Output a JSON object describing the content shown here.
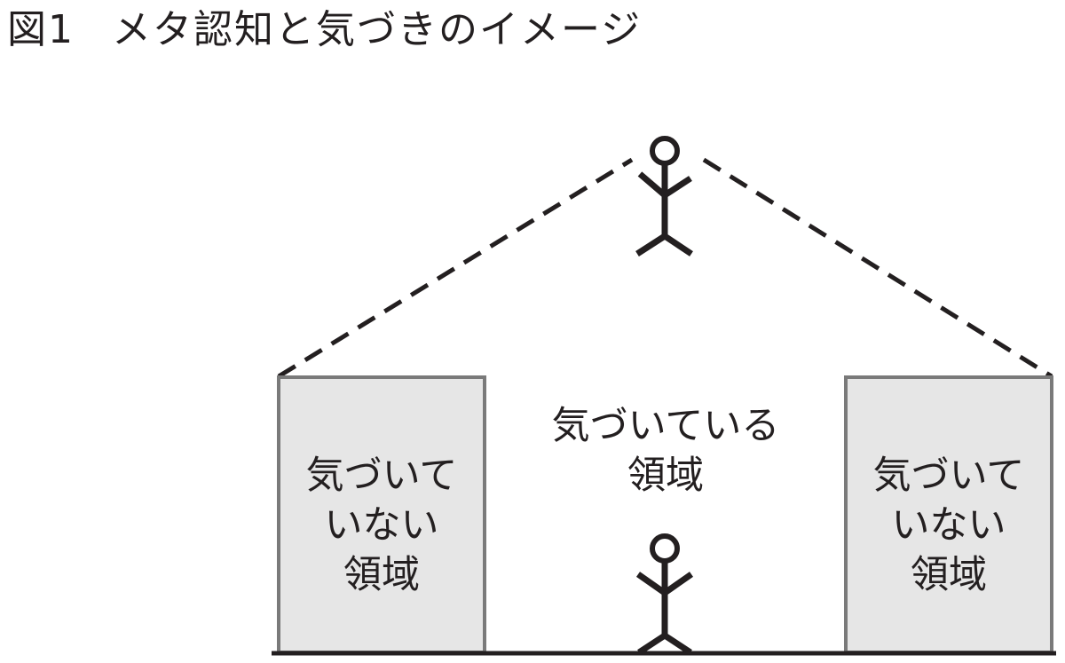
{
  "figure": {
    "label": "図1",
    "title": "メタ認知と気づきのイメージ"
  },
  "regions": {
    "unaware_left": {
      "lines": [
        "気づいて",
        "いない",
        "領域"
      ]
    },
    "aware": {
      "lines": [
        "気づいている",
        "領域"
      ]
    },
    "unaware_right": {
      "lines": [
        "気づいて",
        "いない",
        "領域"
      ]
    }
  },
  "colors": {
    "ink": "#231f20",
    "box_fill": "#e6e6e6",
    "box_border": "#7a7a7a"
  },
  "figures": [
    "stick-figure-top",
    "stick-figure-bottom"
  ]
}
